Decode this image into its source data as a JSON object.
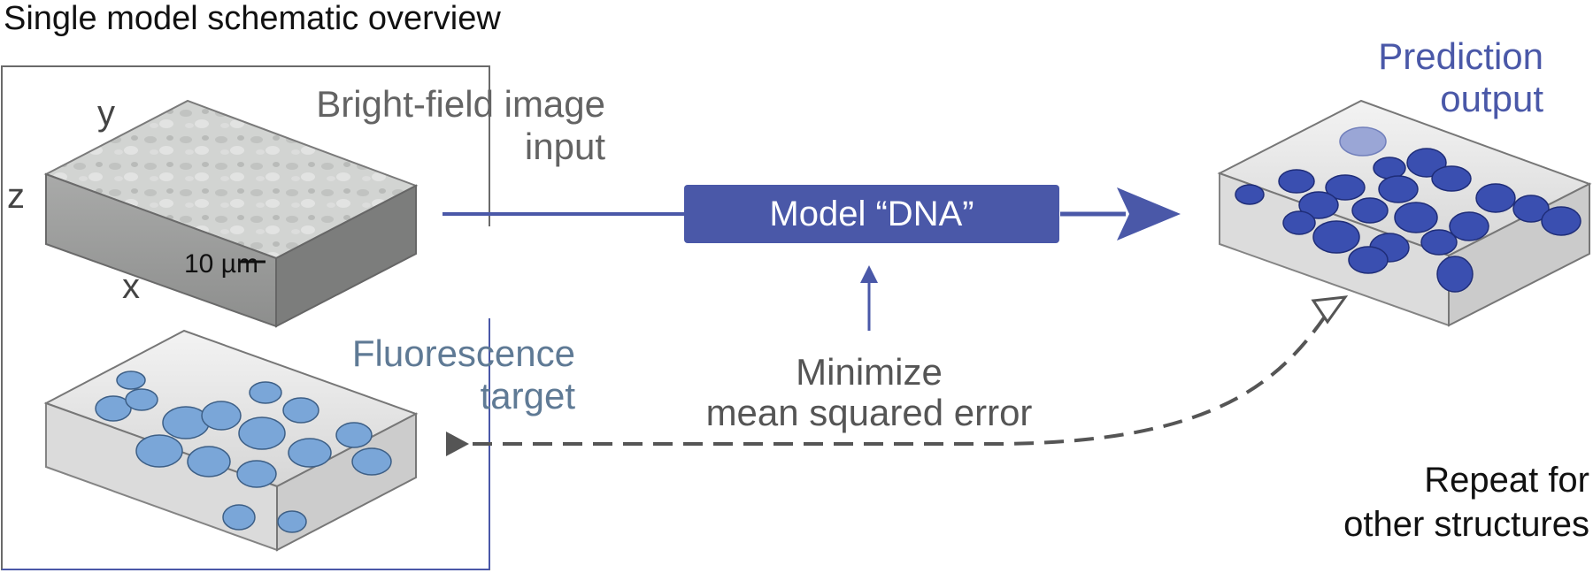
{
  "title": "Single model schematic overview",
  "axes": {
    "y": "y",
    "z": "z",
    "x": "x"
  },
  "scale_bar": "10 µm",
  "bright_field": {
    "line1": "Bright-field image",
    "line2": "input"
  },
  "fluorescence": {
    "line1": "Fluorescence",
    "line2": "target"
  },
  "model": {
    "label": "Model “DNA”"
  },
  "loss": {
    "line1": "Minimize",
    "line2": "mean squared error"
  },
  "prediction": {
    "line1": "Prediction",
    "line2": "output"
  },
  "repeat": {
    "line1": "Repeat for",
    "line2": "other structures"
  },
  "colors": {
    "accent_blue": "#4a58a8",
    "fluorescence_blue": "#7aa6d8",
    "prediction_blue": "#3a4fb0",
    "frame_gray": "#6a6a6a"
  }
}
